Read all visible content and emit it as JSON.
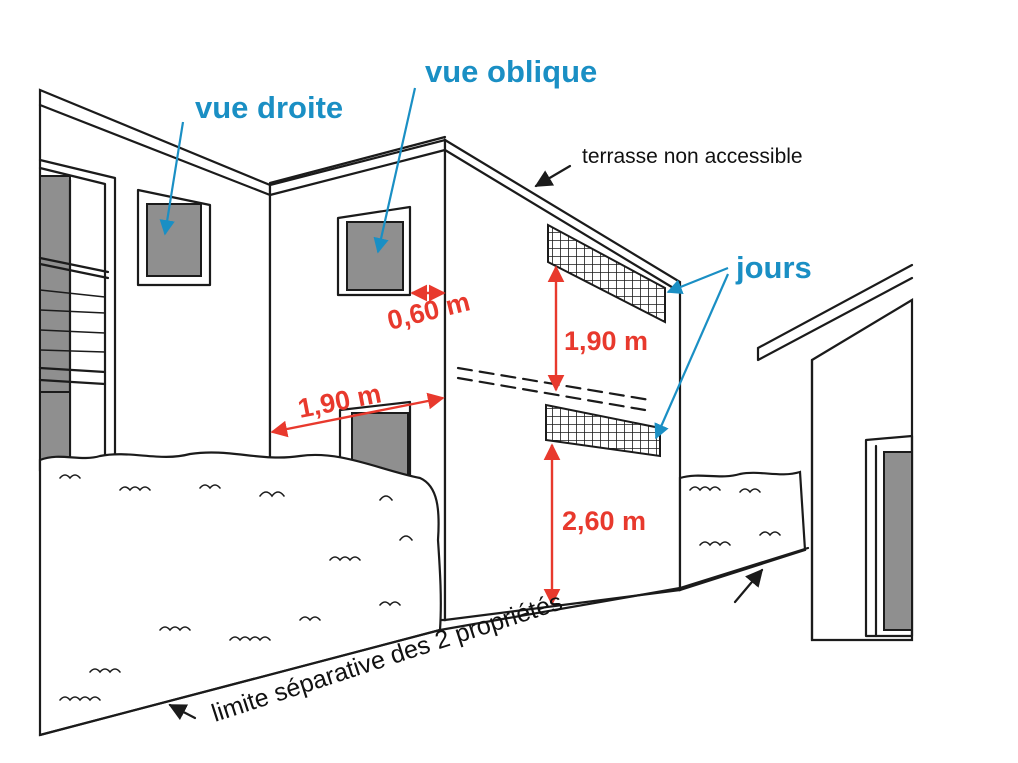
{
  "labels": {
    "vue_droite": "vue droite",
    "vue_oblique": "vue oblique",
    "terrasse": "terrasse non accessible",
    "jours": "jours",
    "dim_060": "0,60 m",
    "dim_190_vert": "1,90 m",
    "dim_190_horiz": "1,90 m",
    "dim_260": "2,60 m",
    "limite": "limite séparative des 2 propriétés"
  },
  "colors": {
    "label_blue": "#1a8fc4",
    "dimension_red": "#e8392d",
    "ink": "#1b1b1b",
    "glass_grey": "#8f8f8f"
  }
}
